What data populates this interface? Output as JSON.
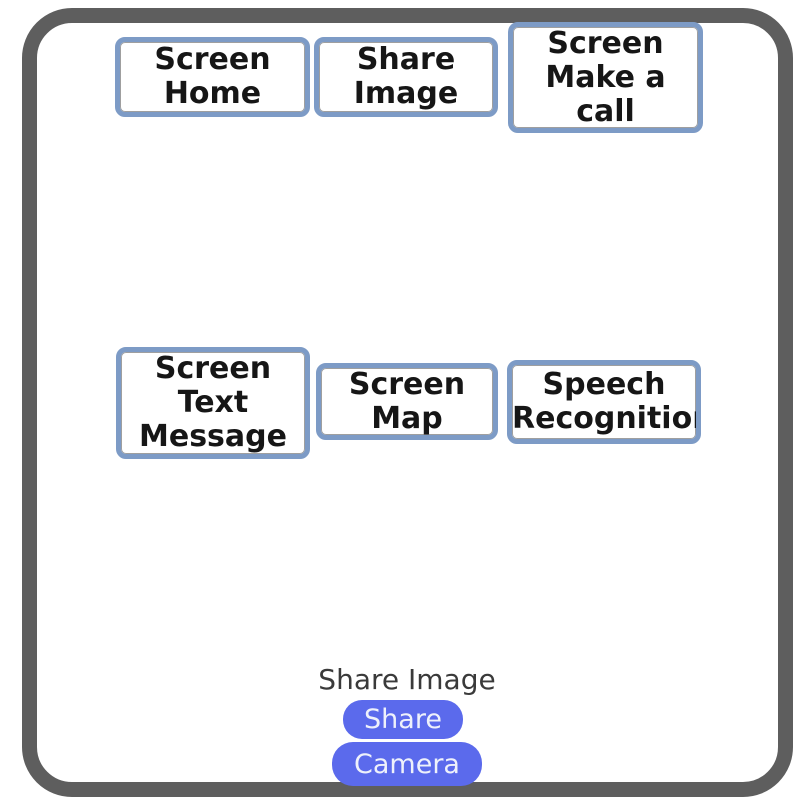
{
  "colors": {
    "frame_border": "#5e5e5e",
    "nav_box_border": "#7d9bc6",
    "nav_box_text": "#161616",
    "accent_button": "#5b6aec",
    "accent_button_text": "#eef1fb",
    "share_title_text": "#3a3a3a",
    "background": "#ffffff"
  },
  "nav_boxes": [
    {
      "id": "screen-home",
      "label": "Screen\nHome"
    },
    {
      "id": "share-image",
      "label": "Share\nImage"
    },
    {
      "id": "screen-make-a-call",
      "label": "Screen\nMake a\ncall"
    },
    {
      "id": "screen-text-message",
      "label": "Screen\nText\nMessage"
    },
    {
      "id": "screen-map",
      "label": "Screen\nMap"
    },
    {
      "id": "speech-recognition",
      "label": "Speech\nRecognition"
    }
  ],
  "share_section": {
    "title": "Share Image",
    "share_button_label": "Share",
    "camera_button_label": "Camera"
  }
}
